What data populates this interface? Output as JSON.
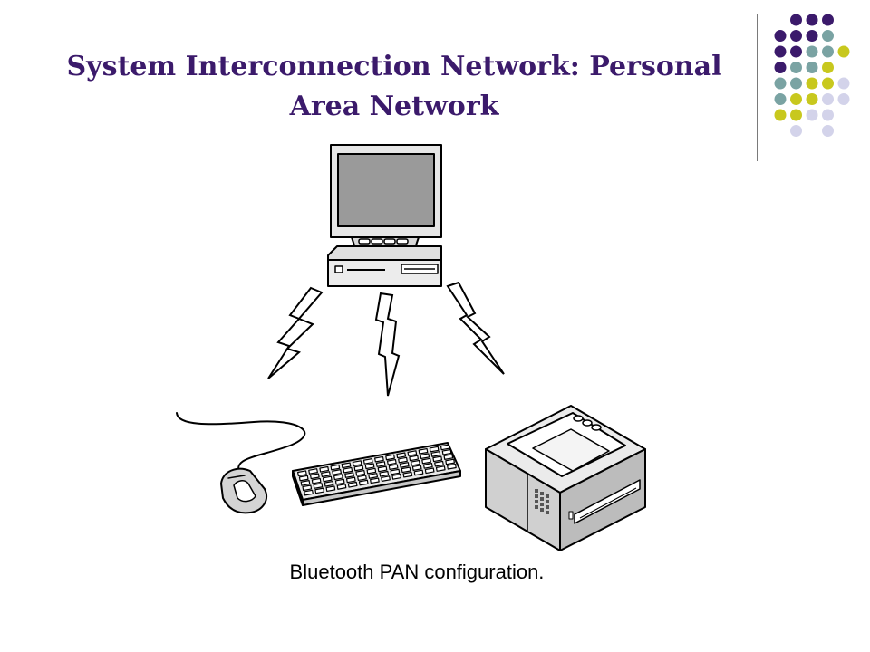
{
  "slide": {
    "title_line1": "System Interconnection Network: Personal",
    "title_line2": "Area Network",
    "caption": "Bluetooth PAN configuration."
  },
  "theme": {
    "title_color": "#3b1a6b",
    "dot_colors": {
      "purple": "#3b1a6b",
      "teal": "#7aa3a3",
      "olive": "#c8c81e",
      "lavender": "#d3d3ea"
    }
  },
  "diagram": {
    "nodes": [
      {
        "id": "computer",
        "icon": "desktop-computer-icon"
      },
      {
        "id": "mouse",
        "icon": "mouse-icon"
      },
      {
        "id": "keyboard",
        "icon": "keyboard-icon"
      },
      {
        "id": "printer",
        "icon": "printer-icon"
      }
    ],
    "links": [
      {
        "from": "computer",
        "to": "mouse",
        "icon": "lightning-bolt-icon"
      },
      {
        "from": "computer",
        "to": "keyboard",
        "icon": "lightning-bolt-icon"
      },
      {
        "from": "computer",
        "to": "printer",
        "icon": "lightning-bolt-icon"
      }
    ]
  }
}
